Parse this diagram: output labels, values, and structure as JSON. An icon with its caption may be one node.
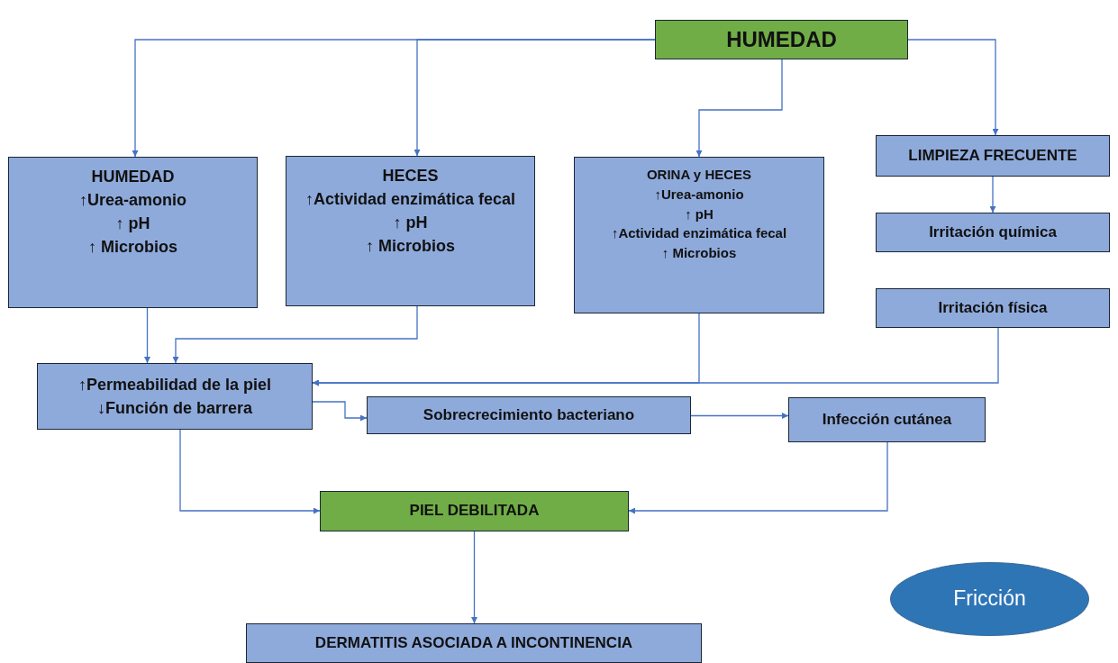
{
  "diagram": {
    "nodes": [
      {
        "text": [
          "HUMEDAD"
        ]
      },
      {
        "text": [
          "HUMEDAD",
          "↑Urea-amonio",
          "↑ pH",
          "↑ Microbios"
        ]
      },
      {
        "text": [
          "HECES",
          "↑Actividad enzimática fecal",
          "↑ pH",
          "↑ Microbios"
        ]
      },
      {
        "text": [
          "ORINA y HECES",
          "↑Urea-amonio",
          "↑ pH",
          "↑Actividad enzimática fecal",
          "↑ Microbios"
        ]
      },
      {
        "text": [
          "LIMPIEZA FRECUENTE"
        ]
      },
      {
        "text": [
          "Irritación química"
        ]
      },
      {
        "text": [
          "Irritación física"
        ]
      },
      {
        "text": [
          "↑Permeabilidad de la piel",
          "↓Función de barrera"
        ]
      },
      {
        "text": [
          "Sobrecrecimiento bacteriano"
        ]
      },
      {
        "text": [
          "Infección cutánea"
        ]
      },
      {
        "text": [
          "PIEL DEBILITADA"
        ]
      },
      {
        "text": [
          "DERMATITIS ASOCIADA A INCONTINENCIA"
        ]
      },
      {
        "text": [
          "Fricción"
        ]
      }
    ],
    "edges": [
      {
        "from": 0,
        "to": 1,
        "arrow": "to"
      },
      {
        "from": 0,
        "to": 2,
        "arrow": "to"
      },
      {
        "from": 0,
        "to": 3,
        "arrow": "to"
      },
      {
        "from": 0,
        "to": 4,
        "arrow": "to"
      },
      {
        "from": 4,
        "to": 5,
        "arrow": "to"
      },
      {
        "from": 1,
        "to": 7,
        "arrow": "to"
      },
      {
        "from": 2,
        "to": 7,
        "arrow": "to"
      },
      {
        "from": 3,
        "to": 7,
        "arrow": "to"
      },
      {
        "from": 6,
        "to": 7,
        "arrow": "to"
      },
      {
        "from": 7,
        "to": 8,
        "arrow": "to"
      },
      {
        "from": 8,
        "to": 9,
        "arrow": "to"
      },
      {
        "from": 7,
        "to": 10,
        "arrow": "to"
      },
      {
        "from": 9,
        "to": 10,
        "arrow": "to"
      },
      {
        "from": 10,
        "to": 11,
        "arrow": "to"
      }
    ]
  }
}
